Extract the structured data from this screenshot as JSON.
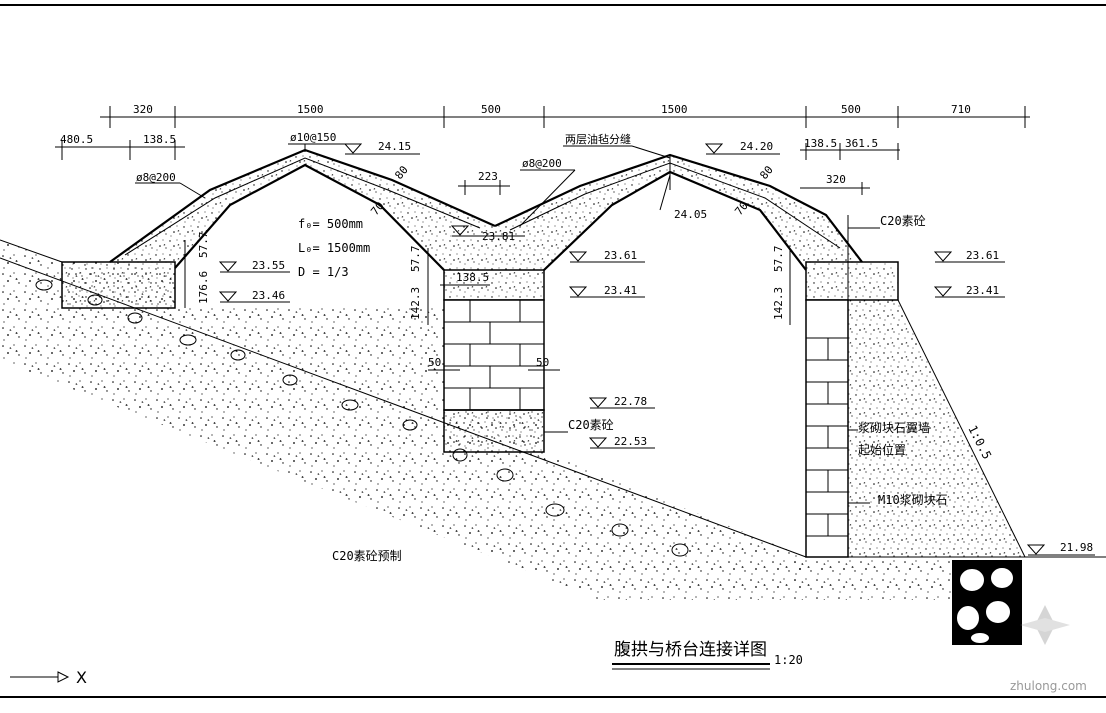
{
  "drawing_title": "腹拱与桥台连接详图",
  "scale": "1:20",
  "watermark": "zhulong.com",
  "axis_label": "X",
  "top_dimensions": [
    "320",
    "1500",
    "500",
    "1500",
    "500",
    "710"
  ],
  "sub_dimensions": {
    "left_a": "480.5",
    "left_b": "138.5",
    "right_a": "138.5",
    "right_b": "361.5",
    "right_c": "320",
    "mid_gap": "223",
    "pier_top": "138.5",
    "pier_left": "50",
    "pier_right": "50"
  },
  "vertical_dimensions": {
    "left_upper": "57.7",
    "left_lower": "176.6",
    "mid_upper": "57.7",
    "mid_lower": "142.3",
    "right_upper": "57.7",
    "right_lower": "142.3"
  },
  "rebar_labels": {
    "top_bar": "ø10@150",
    "left_bar": "ø8@200",
    "mid_bar": "ø8@200",
    "joint": "两层油毡分缝"
  },
  "arch_thickness": {
    "left_a": "80",
    "left_b": "70",
    "right_a": "80",
    "right_b": "70"
  },
  "arch_params": {
    "f0": "f₀=  500mm",
    "l0": "L₀=  1500mm",
    "d": "D  =  1/3"
  },
  "elevations": {
    "crown_left": "24.15",
    "crown_right": "24.20",
    "valley": "23.81",
    "valley_under": "24.05",
    "left_top": "23.55",
    "left_bottom": "23.46",
    "mid_top": "23.61",
    "mid_bottom": "23.41",
    "right_top": "23.61",
    "right_bottom": "23.41",
    "pier_base_top": "22.78",
    "pier_base_bottom": "22.53",
    "toe": "21.98"
  },
  "material_labels": {
    "pier_base": "C20素砼",
    "right_cap": "C20素砼",
    "retaining_wall": "浆砌块石翼墙",
    "retaining_wall_2": "起始位置",
    "masonry": "M10浆砌块石",
    "slope_fill": "C20素砼预制"
  },
  "slope_ratio": "1:0.5"
}
